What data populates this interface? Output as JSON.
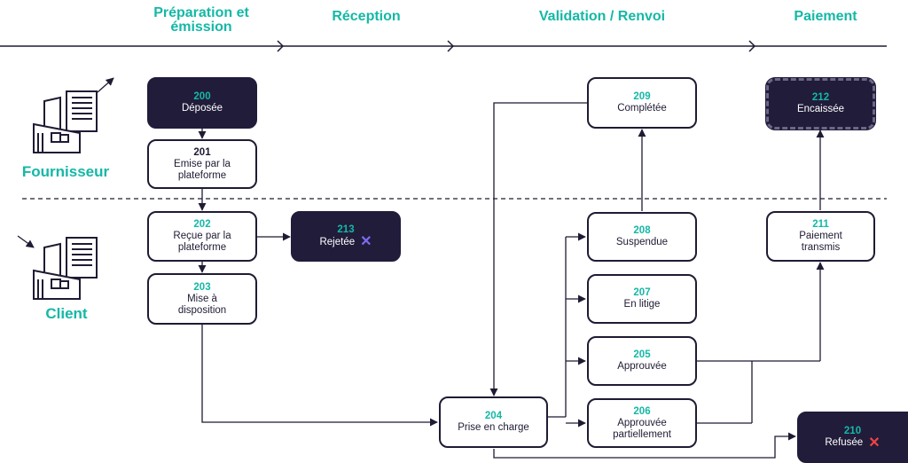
{
  "phases": [
    "Préparation et émission",
    "Réception",
    "Validation / Renvoi",
    "Paiement"
  ],
  "actors": {
    "supplier": "Fournisseur",
    "client": "Client"
  },
  "nodes": {
    "n200": {
      "code": "200",
      "label": "Déposée"
    },
    "n201": {
      "code": "201",
      "label": "Emise par la plateforme"
    },
    "n202": {
      "code": "202",
      "label": "Reçue par la plateforme"
    },
    "n203": {
      "code": "203",
      "label": "Mise à disposition"
    },
    "n213": {
      "code": "213",
      "label": "Rejetée"
    },
    "n204": {
      "code": "204",
      "label": "Prise en charge"
    },
    "n209": {
      "code": "209",
      "label": "Complétée"
    },
    "n208": {
      "code": "208",
      "label": "Suspendue"
    },
    "n207": {
      "code": "207",
      "label": "En litige"
    },
    "n205": {
      "code": "205",
      "label": "Approuvée"
    },
    "n206": {
      "code": "206",
      "label": "Approuvée partiellement"
    },
    "n212": {
      "code": "212",
      "label": "Encaissée"
    },
    "n211": {
      "code": "211",
      "label": "Paiement transmis"
    },
    "n210": {
      "code": "210",
      "label": "Refusée"
    }
  },
  "icons": {
    "reject": "x-icon",
    "refuse": "x-icon",
    "building": "building-icon"
  },
  "colors": {
    "teal": "#14b8a6",
    "dark": "#211c3a",
    "purple": "#7c6cf0",
    "red": "#ef4444"
  }
}
